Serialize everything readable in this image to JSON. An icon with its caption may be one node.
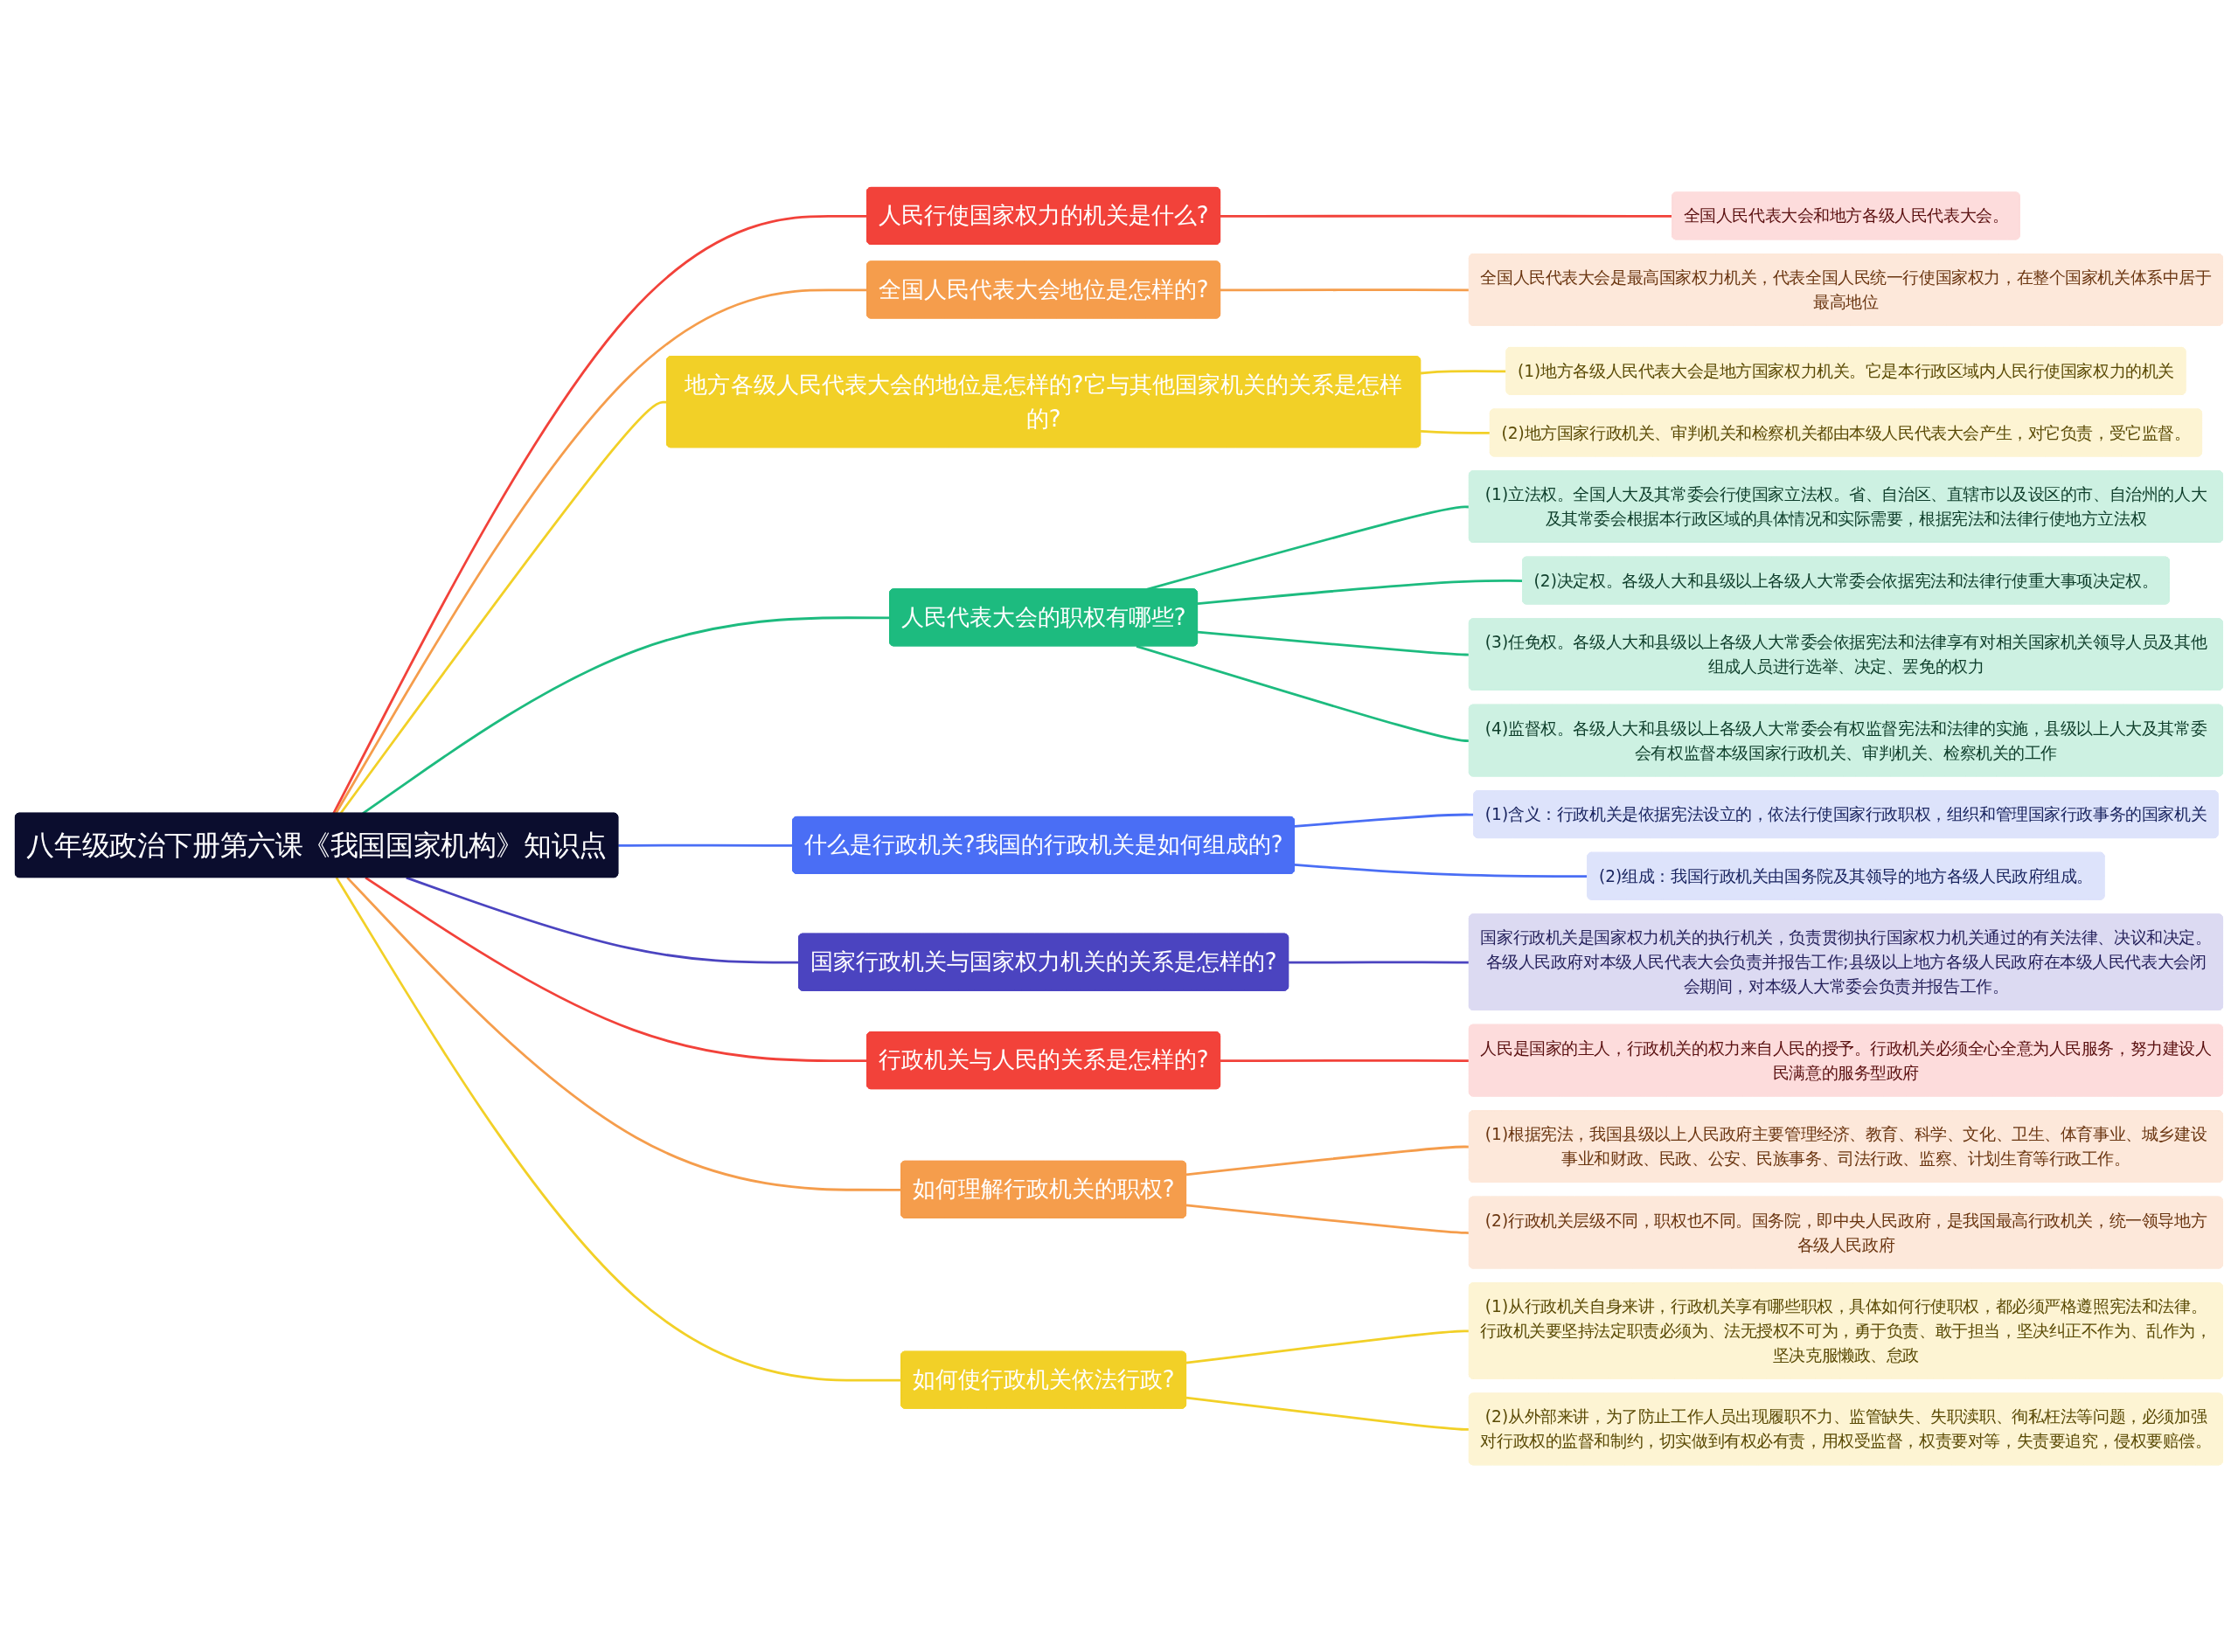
{
  "diagram": {
    "nodes": [
      {
        "text": [
          "八年级政治下册第六课《我国国家机构》知识点"
        ]
      },
      {
        "text": [
          "人民行使国家权力的机关是什么?"
        ]
      },
      {
        "text": [
          "全国人民代表大会和地方各级人民代表大会。"
        ]
      },
      {
        "text": [
          "全国人民代表大会地位是怎样的?"
        ]
      },
      {
        "text": [
          "全国人民代表大会是最高国家权力机关，代表全国人民统一行使国家权力，在整个国家机关体系中居于最高地位"
        ]
      },
      {
        "text": [
          "地方各级人民代表大会的地位是怎样的?它与其他国家机关的关系是怎样的?"
        ]
      },
      {
        "text": [
          "(1)地方各级人民代表大会是地方国家权力机关。它是本行政区域内人民行使国家权力的机关"
        ]
      },
      {
        "text": [
          "(2)地方国家行政机关、审判机关和检察机关都由本级人民代表大会产生，对它负责，受它监督。"
        ]
      },
      {
        "text": [
          "人民代表大会的职权有哪些?"
        ]
      },
      {
        "text": [
          "(1)立法权。全国人大及其常委会行使国家立法权。省、自治区、直辖市以及设区的市、自治州的人大及其常委会根据本行政区域的具体情况和实际需要，根据宪法和法律行使地方立法权"
        ]
      },
      {
        "text": [
          "(2)决定权。各级人大和县级以上各级人大常委会依据宪法和法律行使重大事项决定权。"
        ]
      },
      {
        "text": [
          "(3)任免权。各级人大和县级以上各级人大常委会依据宪法和法律享有对相关国家机关领导人员及其他组成人员进行选举、决定、罢免的权力"
        ]
      },
      {
        "text": [
          "(4)监督权。各级人大和县级以上各级人大常委会有权监督宪法和法律的实施，县级以上人大及其常委会有权监督本级国家行政机关、审判机关、检察机关的工作"
        ]
      },
      {
        "text": [
          "什么是行政机关?我国的行政机关是如何组成的?"
        ]
      },
      {
        "text": [
          "(1)含义：行政机关是依据宪法设立的，依法行使国家行政职权，组织和管理国家行政事务的国家机关"
        ]
      },
      {
        "text": [
          "(2)组成：我国行政机关由国务院及其领导的地方各级人民政府组成。"
        ]
      },
      {
        "text": [
          "国家行政机关与国家权力机关的关系是怎样的?"
        ]
      },
      {
        "text": [
          "国家行政机关是国家权力机关的执行机关，负责贯彻执行国家权力机关通过的有关法律、决议和决定。各级人民政府对本级人民代表大会负责并报告工作;县级以上地方各级人民政府在本级人民代表大会闭会期间，对本级人大常委会负责并报告工作。"
        ]
      },
      {
        "text": [
          "行政机关与人民的关系是怎样的?"
        ]
      },
      {
        "text": [
          "人民是国家的主人，行政机关的权力来自人民的授予。行政机关必须全心全意为人民服务，努力建设人民满意的服务型政府"
        ]
      },
      {
        "text": [
          "如何理解行政机关的职权?"
        ]
      },
      {
        "text": [
          "(1)根据宪法，我国县级以上人民政府主要管理经济、教育、科学、文化、卫生、体育事业、城乡建设事业和财政、民政、公安、民族事务、司法行政、监察、计划生育等行政工作。"
        ]
      },
      {
        "text": [
          "(2)行政机关层级不同，职权也不同。国务院，即中央人民政府，是我国最高行政机关，统一领导地方各级人民政府"
        ]
      },
      {
        "text": [
          "如何使行政机关依法行政?"
        ]
      },
      {
        "text": [
          "(1)从行政机关自身来讲，行政机关享有哪些职权，具体如何行使职权，都必须严格遵照宪法和法律。行政机关要坚持法定职责必须为、法无授权不可为，勇于负责、敢于担当，坚决纠正不作为、乱作为，坚决克服懒政、怠政"
        ]
      },
      {
        "text": [
          "(2)从外部来讲，为了防止工作人员出现履职不力、监管缺失、失职渎职、徇私枉法等问题，必须加强对行政权的监督和制约，切实做到有权必有责，用权受监督，权责要对等，失责要追究，侵权要赔偿。"
        ]
      }
    ],
    "edges": [
      {
        "from": 0,
        "to": 1,
        "arrow": "none",
        "color": "#f2423a"
      },
      {
        "from": 1,
        "to": 2,
        "arrow": "none",
        "color": "#f2423a"
      },
      {
        "from": 0,
        "to": 3,
        "arrow": "none",
        "color": "#f59d4c"
      },
      {
        "from": 3,
        "to": 4,
        "arrow": "none",
        "color": "#f59d4c"
      },
      {
        "from": 0,
        "to": 5,
        "arrow": "none",
        "color": "#f2d027"
      },
      {
        "from": 5,
        "to": 6,
        "arrow": "none",
        "color": "#f2d027"
      },
      {
        "from": 5,
        "to": 7,
        "arrow": "none",
        "color": "#f2d027"
      },
      {
        "from": 0,
        "to": 8,
        "arrow": "none",
        "color": "#1dbb7f"
      },
      {
        "from": 8,
        "to": 9,
        "arrow": "none",
        "color": "#1dbb7f"
      },
      {
        "from": 8,
        "to": 10,
        "arrow": "none",
        "color": "#1dbb7f"
      },
      {
        "from": 8,
        "to": 11,
        "arrow": "none",
        "color": "#1dbb7f"
      },
      {
        "from": 8,
        "to": 12,
        "arrow": "none",
        "color": "#1dbb7f"
      },
      {
        "from": 0,
        "to": 13,
        "arrow": "none",
        "color": "#4a6ef5"
      },
      {
        "from": 13,
        "to": 14,
        "arrow": "none",
        "color": "#4a6ef5"
      },
      {
        "from": 13,
        "to": 15,
        "arrow": "none",
        "color": "#4a6ef5"
      },
      {
        "from": 0,
        "to": 16,
        "arrow": "none",
        "color": "#4b44c0"
      },
      {
        "from": 16,
        "to": 17,
        "arrow": "none",
        "color": "#4b44c0"
      },
      {
        "from": 0,
        "to": 18,
        "arrow": "none",
        "color": "#f2423a"
      },
      {
        "from": 18,
        "to": 19,
        "arrow": "none",
        "color": "#f2423a"
      },
      {
        "from": 0,
        "to": 20,
        "arrow": "none",
        "color": "#f59d4c"
      },
      {
        "from": 20,
        "to": 21,
        "arrow": "none",
        "color": "#f59d4c"
      },
      {
        "from": 20,
        "to": 22,
        "arrow": "none",
        "color": "#f59d4c"
      },
      {
        "from": 0,
        "to": 23,
        "arrow": "none",
        "color": "#f2d027"
      },
      {
        "from": 23,
        "to": 24,
        "arrow": "none",
        "color": "#f2d027"
      },
      {
        "from": 23,
        "to": 25,
        "arrow": "none",
        "color": "#f2d027"
      }
    ]
  }
}
